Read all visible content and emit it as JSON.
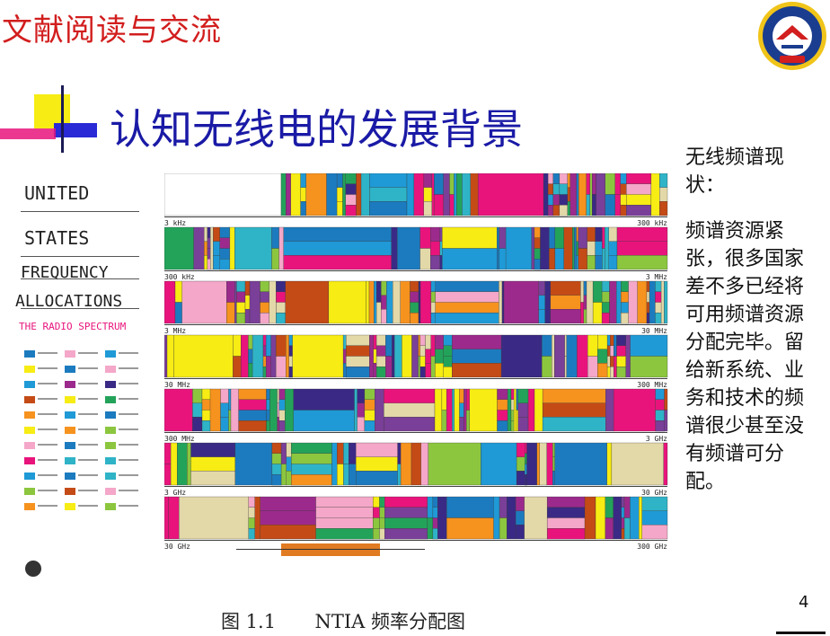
{
  "header": {
    "title": "文献阅读与交流"
  },
  "slide": {
    "title": "认知无线电的发展背景"
  },
  "chart_legend": {
    "lines": [
      "UNITED",
      "STATES",
      "FREQUENCY",
      "ALLOCATIONS"
    ],
    "subtitle": "THE RADIO SPECTRUM"
  },
  "band_ranges": [
    {
      "start": "3 kHz",
      "end": "300 kHz"
    },
    {
      "start": "300 kHz",
      "end": "3 MHz"
    },
    {
      "start": "3 MHz",
      "end": "30 MHz"
    },
    {
      "start": "30 MHz",
      "end": "300 MHz"
    },
    {
      "start": "300 MHz",
      "end": "3 GHz"
    },
    {
      "start": "3 GHz",
      "end": "30 GHz"
    },
    {
      "start": "30 GHz",
      "end": "300 GHz"
    }
  ],
  "caption": {
    "figure": "图 1.1",
    "text": "NTIA 频率分配图"
  },
  "side": {
    "heading": "无线频谱现状：",
    "body": "频谱资源紧张，很多国家差不多已经将可用频谱资源分配完毕。留给新系统、业务和技术的频谱很少甚至没有频谱可分配。"
  },
  "page": {
    "number": "4"
  },
  "colors": {
    "header_red": "#d21e1e",
    "title_blue": "#1a1aa6",
    "palette": [
      "#e8147c",
      "#1f9ad6",
      "#8cc63f",
      "#f7ec13",
      "#7a3f98",
      "#c44b16",
      "#1c7bbf",
      "#f4a7c8",
      "#3a2a85",
      "#f6921e",
      "#23a35a",
      "#e3d8a8",
      "#9c2a8c",
      "#2fb3c7"
    ]
  }
}
